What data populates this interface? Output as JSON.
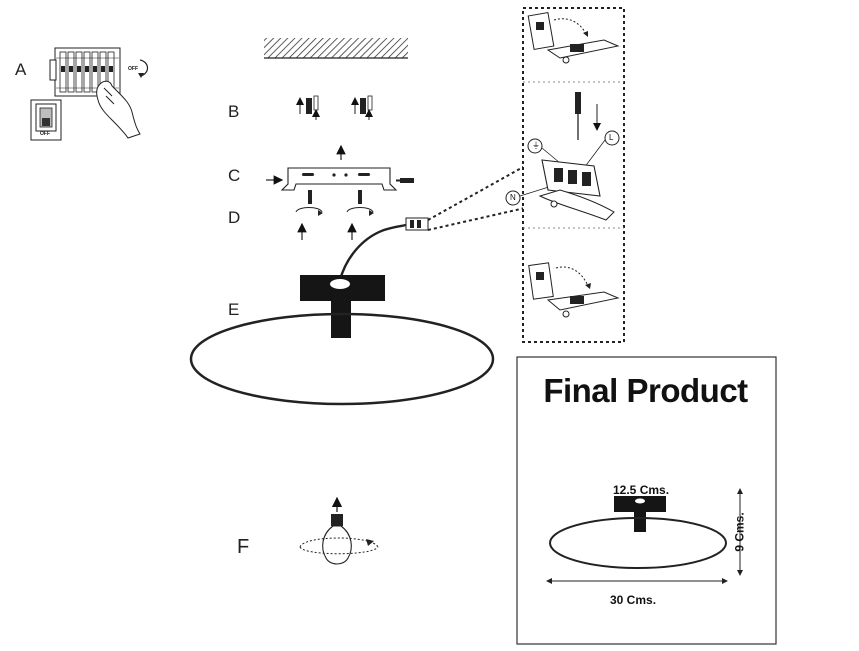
{
  "steps": {
    "a": "A",
    "b": "B",
    "c": "C",
    "d": "D",
    "e": "E",
    "f": "F"
  },
  "switch": {
    "off_label_breaker": "OFF",
    "off_label_wall": "OFF"
  },
  "wiring": {
    "ground_symbol": "⏚",
    "live_symbol": "L",
    "neutral_symbol": "N"
  },
  "final_product": {
    "title": "Final Product",
    "top_diameter": "12.5 Cms.",
    "height": "9 Cms.",
    "width": "30 Cms."
  },
  "colors": {
    "ink": "#111111",
    "fill_dark": "#151515",
    "border": "#333333"
  }
}
